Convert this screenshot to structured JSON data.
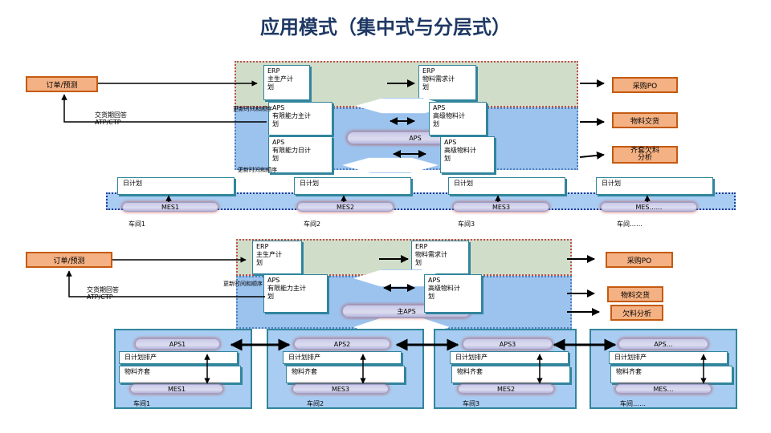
{
  "title": "应用模式（集中式与分层式）",
  "top": {
    "order": "订单/预测",
    "feedback": "交货期回答",
    "feedback2": "ATP/CTP",
    "erp_master": [
      "ERP",
      "主生产计",
      "划"
    ],
    "erp_material": [
      "ERP",
      "物料需求计",
      "划"
    ],
    "aps_capacity_master": [
      "APS",
      "有限能力主计",
      "划"
    ],
    "aps_advanced": [
      "APS",
      "高级物料计",
      "划"
    ],
    "aps_capacity_daily": [
      "APS",
      "有限能力日计",
      "划"
    ],
    "aps_advanced2": [
      "APS",
      "高级物料计",
      "划"
    ],
    "aps_center": "APS",
    "update1": "更新时间和顺序",
    "update2": "更新时间和顺序",
    "outputs": [
      "采购PO",
      "物料交货",
      "齐套欠料分析"
    ],
    "out3a": "齐套欠料",
    "out3b": "分析",
    "daily": [
      "日计划",
      "日计划",
      "日计划",
      "日计划"
    ],
    "mes": [
      "MES1",
      "MES2",
      "MES3",
      "MES……"
    ],
    "shops": [
      "车间1",
      "车间2",
      "车间3",
      "车间……"
    ]
  },
  "bottom": {
    "order": "订单/预测",
    "feedback": "交货期回答",
    "feedback2": "ATP/CTP",
    "erp_master": [
      "ERP",
      "主生产计",
      "划"
    ],
    "erp_material": [
      "ERP",
      "物料需求计",
      "划"
    ],
    "aps_capacity_master": [
      "APS",
      "有限能力主计",
      "划"
    ],
    "aps_advanced": [
      "APS",
      "高级物料计",
      "划"
    ],
    "aps_center": "主APS",
    "update": "更新时间和顺序",
    "outputs": [
      "采购PO",
      "物料交货",
      "欠料分析"
    ],
    "aps_nodes": [
      "APS1",
      "APS2",
      "APS3",
      "APS…"
    ],
    "schedule": [
      "日计划排产",
      "日计划排产",
      "日计划排产",
      "日计划排产"
    ],
    "kitting": [
      "物料齐套",
      "物料齐套",
      "物料齐套",
      "物料齐套"
    ],
    "mes": [
      "MES1",
      "MES3",
      "MES2",
      "MES…"
    ],
    "shops": [
      "车间1",
      "车间2",
      "车间3",
      "车间……"
    ]
  }
}
